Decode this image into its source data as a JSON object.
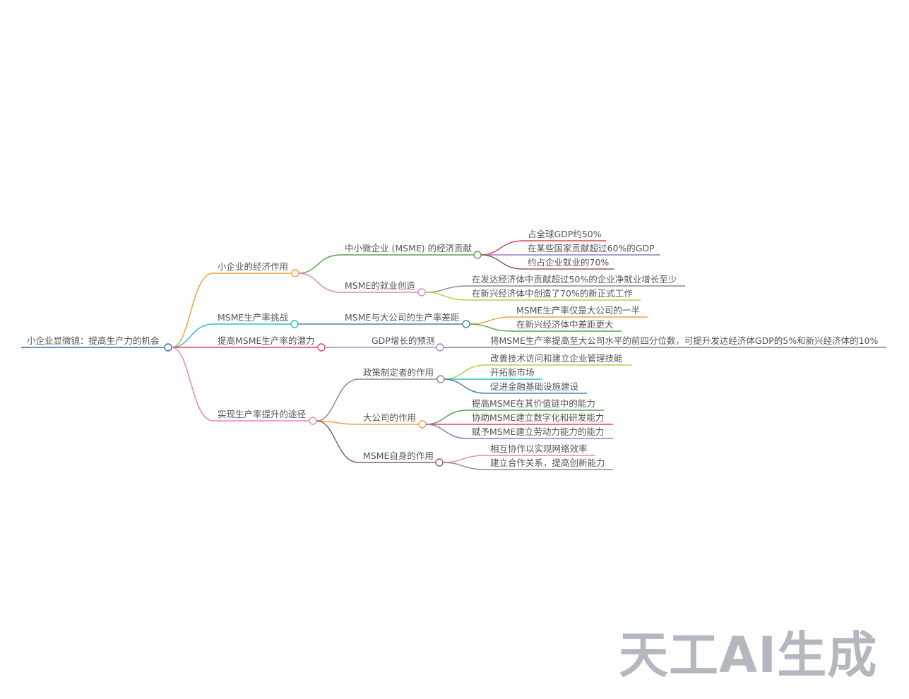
{
  "root": {
    "label": "小企业显微镜：提高生产力的机会"
  },
  "branches": [
    {
      "label": "小企业的经济作用",
      "children": [
        {
          "label": "中小微企业 (MSME) 的经济贡献",
          "children": [
            {
              "label": "占全球GDP约50%"
            },
            {
              "label": "在某些国家贡献超过60%的GDP"
            },
            {
              "label": "约占企业就业的70%"
            }
          ]
        },
        {
          "label": "MSME的就业创造",
          "children": [
            {
              "label": "在发达经济体中贡献超过50%的企业净就业增长至少"
            },
            {
              "label": "在新兴经济体中创造了70%的新正式工作"
            }
          ]
        }
      ]
    },
    {
      "label": "MSME生产率挑战",
      "children": [
        {
          "label": "MSME与大公司的生产率差距",
          "children": [
            {
              "label": "MSME生产率仅是大公司的一半"
            },
            {
              "label": "在新兴经济体中差距更大"
            }
          ]
        }
      ]
    },
    {
      "label": "提高MSME生产率的潜力",
      "children": [
        {
          "label": "GDP增长的预测",
          "children": [
            {
              "label": "将MSME生产率提高至大公司水平的前四分位数，可提升发达经济体GDP的5%和新兴经济体的10%"
            }
          ]
        }
      ]
    },
    {
      "label": "实现生产率提升的途径",
      "children": [
        {
          "label": "政策制定者的作用",
          "children": [
            {
              "label": "改善技术访问和建立企业管理技能"
            },
            {
              "label": "开拓新市场"
            },
            {
              "label": "促进金融基础设施建设"
            }
          ]
        },
        {
          "label": "大公司的作用",
          "children": [
            {
              "label": "提高MSME在其价值链中的能力"
            },
            {
              "label": "协助MSME建立数字化和研发能力"
            },
            {
              "label": "赋予MSME建立劳动力能力的能力"
            }
          ]
        },
        {
          "label": "MSME自身的作用",
          "children": [
            {
              "label": "相互协作以实现网络效率"
            },
            {
              "label": "建立合作关系，提高创新能力"
            }
          ]
        }
      ]
    }
  ],
  "colors": {
    "root": "#3b6fa8",
    "orange": "#f0a040",
    "cyan": "#26c3c8",
    "red": "#e0405a",
    "pink": "#e484c8",
    "green": "#55a64f",
    "blue": "#4a82b4",
    "purple": "#a884c4",
    "gray": "#8c8c8c",
    "brown": "#8a6252",
    "lime": "#b6d444",
    "violet": "#9a78c0"
  },
  "watermark": "天工AI生成"
}
